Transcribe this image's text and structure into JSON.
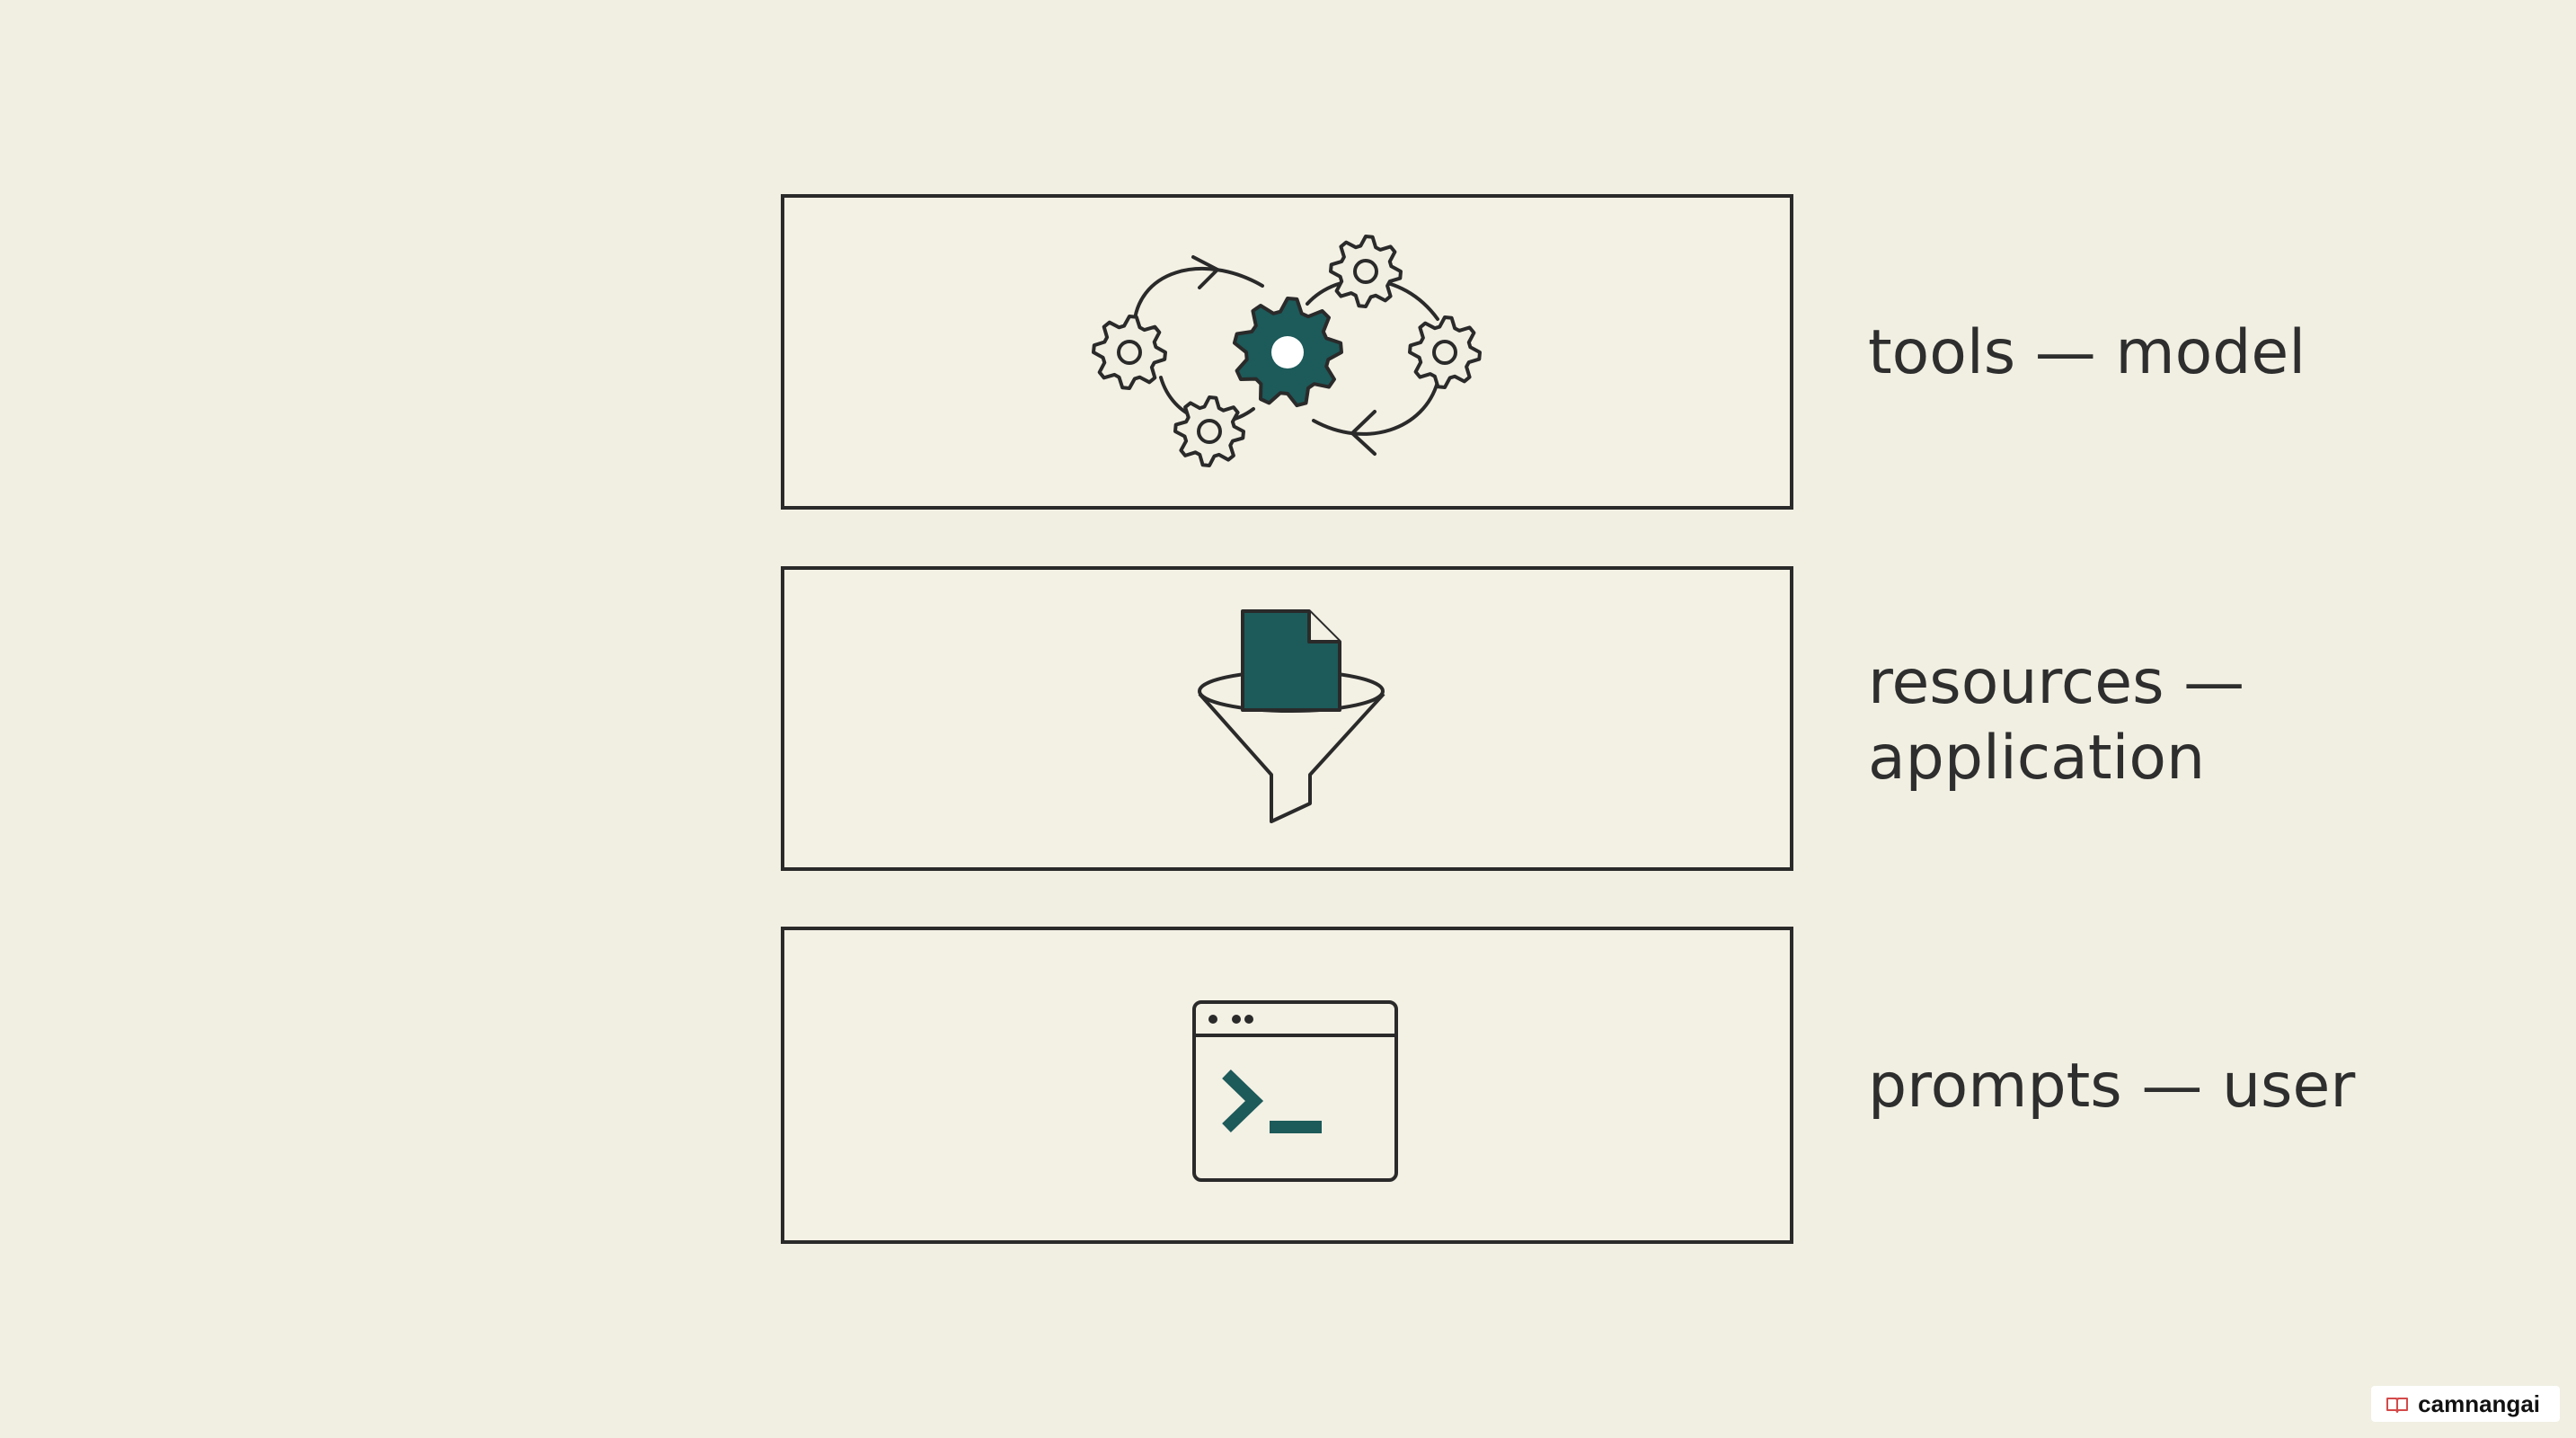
{
  "colors": {
    "background": "#f1efe2",
    "stroke": "#2a2a2a",
    "accent": "#1d5a5a",
    "text": "#2e2e2e"
  },
  "rows": [
    {
      "label": "tools — model",
      "icon": "gears-cycle-icon"
    },
    {
      "label_lines": [
        "resources —",
        "application"
      ],
      "icon": "document-funnel-icon"
    },
    {
      "label": "prompts — user",
      "icon": "terminal-window-icon"
    }
  ],
  "watermark": {
    "icon": "book-icon",
    "text": "camnangai"
  }
}
